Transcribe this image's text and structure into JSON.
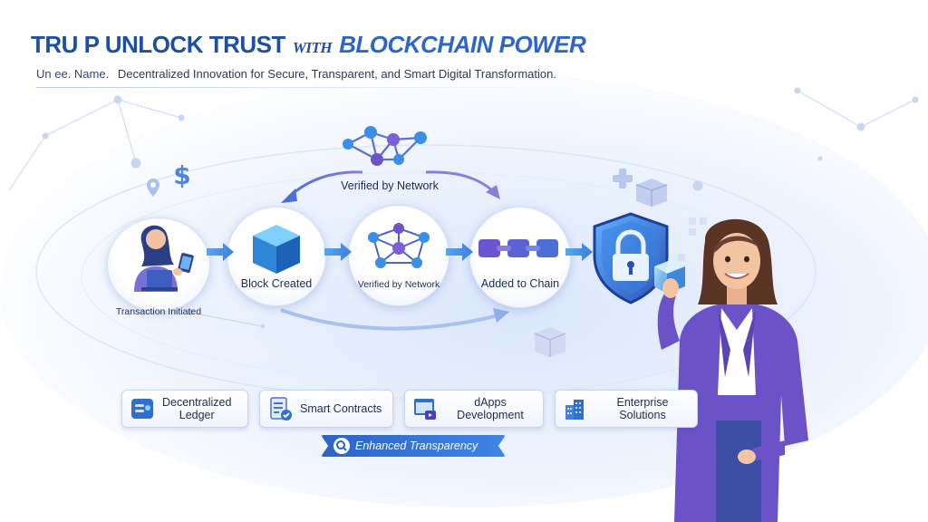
{
  "header": {
    "title_part1": "TRU P UNLOCK TRUST",
    "title_part2": "WITH",
    "title_part3": "BLOCKCHAIN POWER",
    "subtitle_prefix": "Un ee. Name.",
    "subtitle": "Decentralized Innovation for Secure, Transparent, and Smart Digital Transformation."
  },
  "flow": {
    "loop_label": "Verified by Network",
    "steps": [
      {
        "label": "Transaction Initiated",
        "icon": "person-laptop-icon"
      },
      {
        "label": "Block Created",
        "icon": "cube-icon"
      },
      {
        "label": "Verified by Network",
        "icon": "network-nodes-icon"
      },
      {
        "label": "Added to Chain",
        "icon": "chain-links-icon"
      }
    ],
    "security_icon": "shield-lock-icon"
  },
  "features": [
    {
      "label_line1": "Decentralized",
      "label_line2": "Ledger",
      "icon": "ledger-icon"
    },
    {
      "label_line1": "Smart Contracts",
      "label_line2": "",
      "icon": "contract-check-icon"
    },
    {
      "label_line1": "dApps Development",
      "label_line2": "",
      "icon": "app-window-icon"
    },
    {
      "label_line1": "Enterprise Solutions",
      "label_line2": "",
      "icon": "buildings-icon"
    }
  ],
  "banner": {
    "label": "Enhanced Transparency",
    "icon": "magnifier-icon"
  },
  "colors": {
    "primary": "#1e4fa3",
    "accent": "#3f86e6",
    "purple": "#6a52c9",
    "text": "#1d2c55"
  }
}
